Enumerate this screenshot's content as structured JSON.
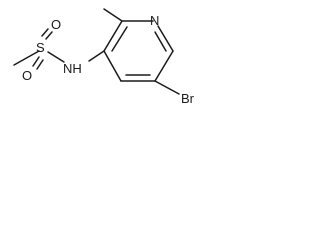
{
  "molecule": {
    "atoms": {
      "nitrogen_ring": "N",
      "bromine": "Br",
      "sulfur": "S",
      "oxygen_top": "O",
      "oxygen_bottom": "O",
      "amine": "NH"
    }
  }
}
